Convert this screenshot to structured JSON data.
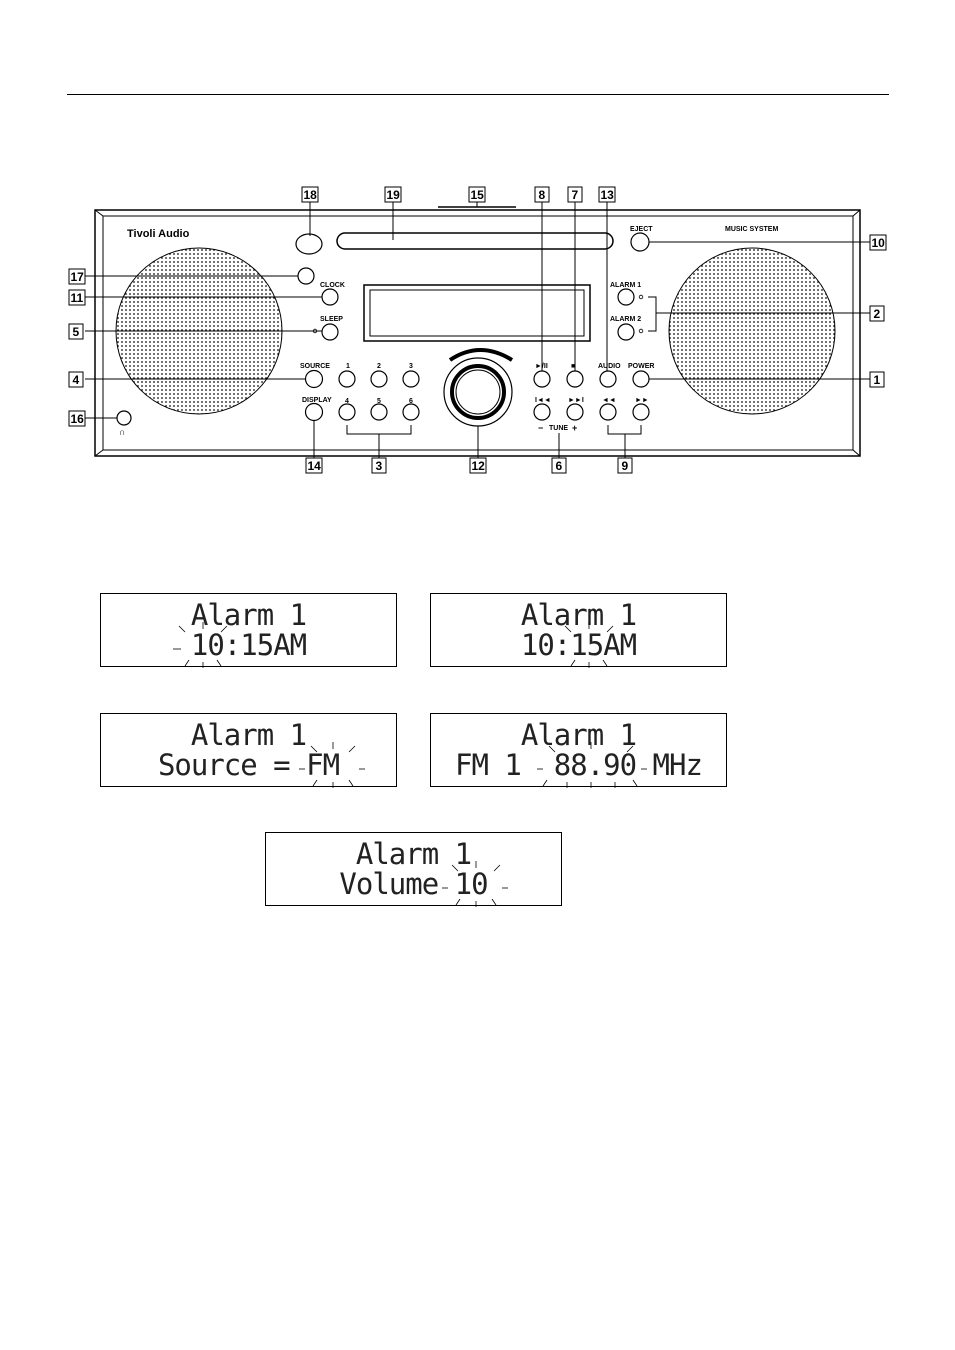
{
  "device": {
    "brand": "Tivoli Audio",
    "model_label": "MUSIC SYSTEM",
    "buttons": {
      "eject": "EJECT",
      "clock": "CLOCK",
      "sleep": "SLEEP",
      "alarm1": "ALARM 1",
      "alarm2": "ALARM 2",
      "source": "SOURCE",
      "display": "DISPLAY",
      "preset1": "1",
      "preset2": "2",
      "preset3": "3",
      "preset4": "4",
      "preset5": "5",
      "preset6": "6",
      "play_pause": "►/II",
      "stop": "■",
      "audio": "AUDIO",
      "power": "POWER",
      "prev": "I◄◄",
      "next": "►►I",
      "rewind": "◄◄",
      "forward": "►►",
      "tune_minus": "−",
      "tune": "TUNE",
      "tune_plus": "+",
      "headphone": "∩"
    }
  },
  "callouts": {
    "c1": "1",
    "c2": "2",
    "c3": "3",
    "c4": "4",
    "c5": "5",
    "c6": "6",
    "c7": "7",
    "c8": "8",
    "c9": "9",
    "c10": "10",
    "c11": "11",
    "c12": "12",
    "c13": "13",
    "c14": "14",
    "c15": "15",
    "c16": "16",
    "c17": "17",
    "c18": "18",
    "c19": "19"
  },
  "displays": [
    {
      "line1": "Alarm 1",
      "line2": "10:15AM"
    },
    {
      "line1": "Alarm 1",
      "line2": "10:15AM"
    },
    {
      "line1": "Alarm 1",
      "line2": "Source = FM"
    },
    {
      "line1": "Alarm 1",
      "line2": "FM 1  88.90 MHz"
    },
    {
      "line1": "Alarm 1",
      "line2": "Volume 10"
    }
  ]
}
